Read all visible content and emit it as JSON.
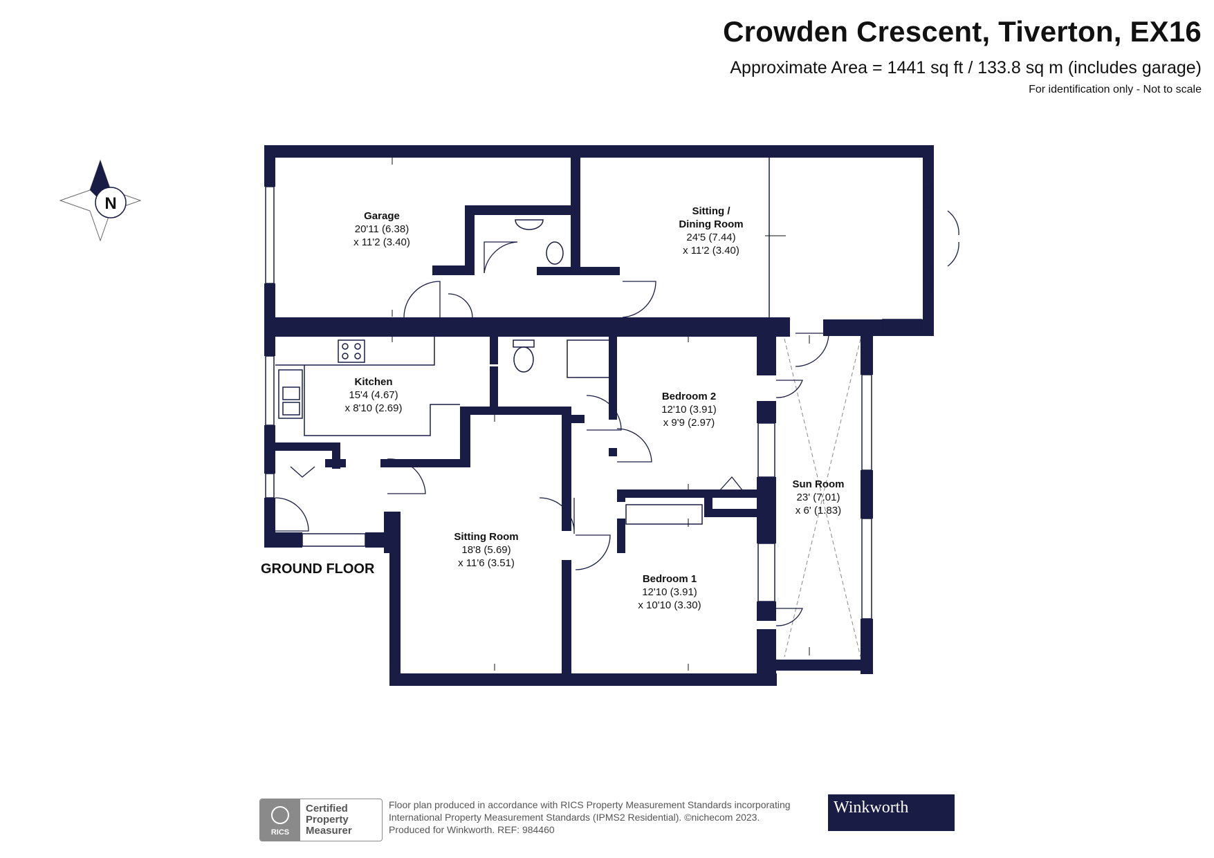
{
  "header": {
    "title": "Crowden Crescent, Tiverton, EX16",
    "area": "Approximate Area = 1441 sq ft / 133.8 sq m (includes garage)",
    "note": "For identification only - Not to scale"
  },
  "compass": {
    "label": "N"
  },
  "floor_label": "GROUND FLOOR",
  "rooms": {
    "garage": {
      "name": "Garage",
      "dim1": "20'11 (6.38)",
      "dim2": "x 11'2 (3.40)"
    },
    "sitting_dining": {
      "name1": "Sitting /",
      "name2": "Dining Room",
      "dim1": "24'5 (7.44)",
      "dim2": "x 11'2 (3.40)"
    },
    "kitchen": {
      "name": "Kitchen",
      "dim1": "15'4 (4.67)",
      "dim2": "x 8'10 (2.69)"
    },
    "bedroom2": {
      "name": "Bedroom 2",
      "dim1": "12'10 (3.91)",
      "dim2": "x 9'9 (2.97)"
    },
    "sun_room": {
      "name": "Sun Room",
      "dim1": "23' (7.01)",
      "dim2": "x 6' (1.83)"
    },
    "sitting_room": {
      "name": "Sitting Room",
      "dim1": "18'8 (5.69)",
      "dim2": "x 11'6 (3.51)"
    },
    "bedroom1": {
      "name": "Bedroom 1",
      "dim1": "12'10 (3.91)",
      "dim2": "x 10'10 (3.30)"
    }
  },
  "footer": {
    "badge_org": "RICS",
    "badge_line1": "Certified",
    "badge_line2": "Property",
    "badge_line3": "Measurer",
    "line1": "Floor plan produced in accordance with RICS Property Measurement Standards incorporating",
    "line2": "International Property Measurement Standards (IPMS2 Residential).  ©nichecom 2023.",
    "line3": "Produced for Winkworth.    REF:  984460",
    "brand": "Winkworth"
  },
  "colors": {
    "wall": "#191d45",
    "text": "#111111",
    "brand_bg": "#191d45"
  }
}
